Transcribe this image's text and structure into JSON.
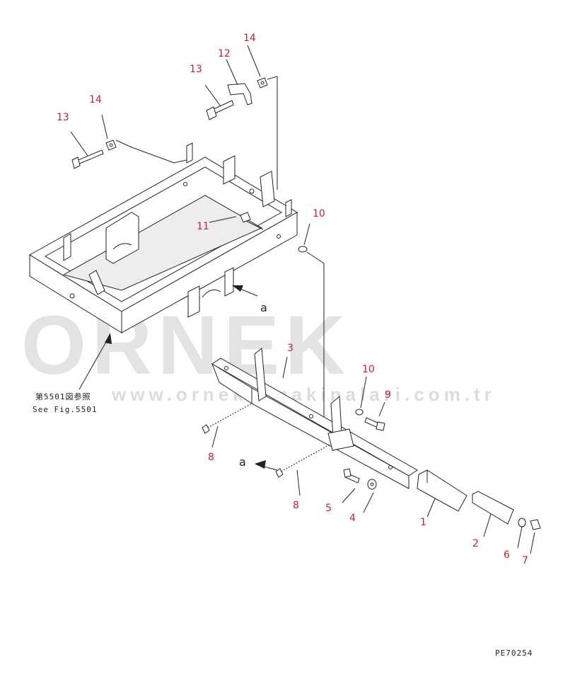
{
  "watermark": {
    "brand": "ORNEK",
    "url": "www.ornekismakinalari.com.tr"
  },
  "callouts": {
    "n1": "1",
    "n2": "2",
    "n3": "3",
    "n4": "4",
    "n5": "5",
    "n6": "6",
    "n7": "7",
    "n8a": "8",
    "n8b": "8",
    "n9": "9",
    "n10a": "10",
    "n10b": "10",
    "n11": "11",
    "n12": "12",
    "n13a": "13",
    "n13b": "13",
    "n14a": "14",
    "n14b": "14"
  },
  "view_labels": {
    "a_top": "a",
    "a_bottom": "a"
  },
  "reference": {
    "japanese": "第5501図参照",
    "english": "See Fig.5501"
  },
  "drawing_code": "PE70254",
  "colors": {
    "callout": "#c0262c",
    "line": "#222222",
    "watermark": "#e3e3e3"
  }
}
